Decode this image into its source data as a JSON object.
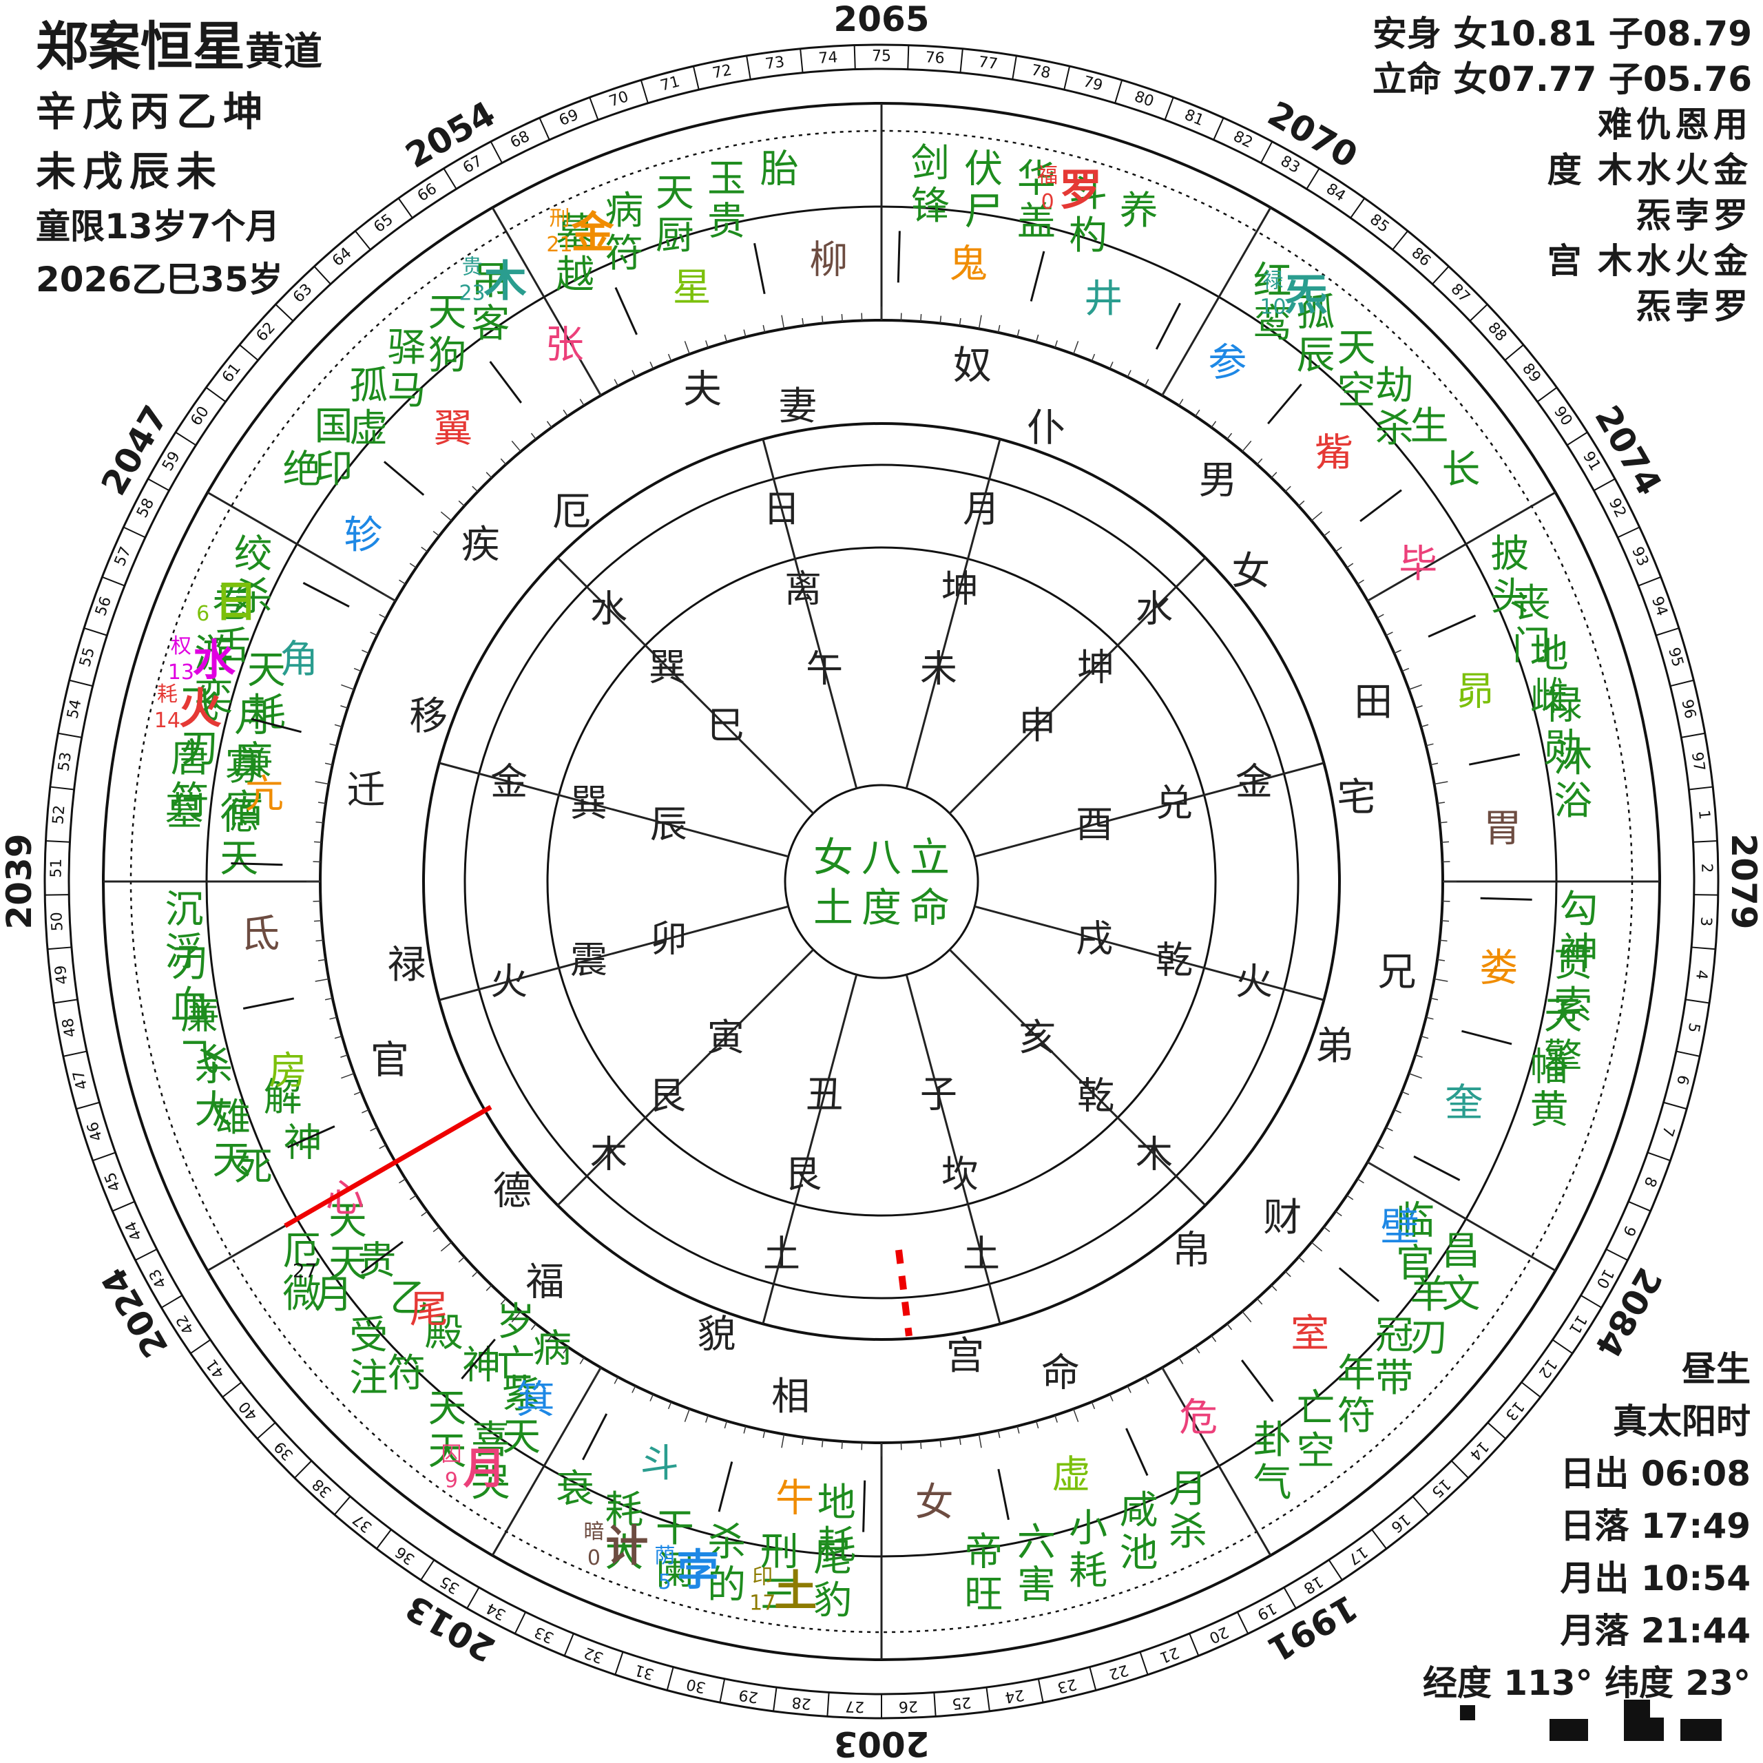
{
  "header": {
    "title": "郑案恒星",
    "title_suffix": "黄道",
    "pillars_stems": "辛戊丙乙坤",
    "pillars_branches": "未戌辰未",
    "childhood_limit": "童限13岁7个月",
    "current_year": "2026乙巳35岁"
  },
  "top_right": {
    "anshen": "安身 女10.81 子08.79",
    "liming": "立命 女07.77 子05.76",
    "legend_head": "难仇恩用",
    "du_label": "度",
    "du_values": "木水火金",
    "du_values2": "炁孛罗",
    "gong_label": "宫",
    "gong_values": "木水火金",
    "gong_values2": "炁孛罗"
  },
  "bottom_right": {
    "birth": "昼生",
    "solar_time": "真太阳时",
    "sunrise": "日出 06:08",
    "sunset": "日落 17:49",
    "moonrise": "月出 10:54",
    "moonset": "月落 21:44",
    "coords": "经度 113° 纬度 23°"
  },
  "center": {
    "text": [
      "女",
      "八",
      "立",
      "土",
      "度",
      "命"
    ]
  },
  "year_labels": [
    "2065",
    "2070",
    "2074",
    "2079",
    "2084",
    "1991",
    "2003",
    "2013",
    "2024",
    "2039",
    "2047",
    "2054"
  ],
  "ring_numbers": [
    "75",
    "76",
    "77",
    "78",
    "79",
    "80",
    "81",
    "82",
    "83",
    "84",
    "85",
    "86",
    "87",
    "88",
    "89",
    "90",
    "91",
    "92",
    "93",
    "94",
    "95",
    "96",
    "97",
    "1",
    "2",
    "3",
    "4",
    "5",
    "6",
    "7",
    "8",
    "9",
    "10",
    "11",
    "12",
    "13",
    "14",
    "15",
    "16",
    "17",
    "18",
    "19",
    "20",
    "21",
    "22",
    "23",
    "24",
    "25",
    "26",
    "27",
    "28",
    "29",
    "30",
    "31",
    "32",
    "33",
    "34",
    "35",
    "36",
    "37",
    "38",
    "39",
    "40",
    "41",
    "42",
    "43",
    "44",
    "45",
    "46",
    "47",
    "48",
    "49",
    "50",
    "51",
    "52",
    "53",
    "54",
    "55",
    "56",
    "57",
    "58",
    "59",
    "60",
    "61",
    "62",
    "63",
    "64",
    "65",
    "66",
    "67",
    "68",
    "69",
    "70",
    "71",
    "72",
    "73",
    "74"
  ],
  "palace_stars": [
    [
      "剑锋",
      "伏尸",
      "华盖",
      "斗杓",
      "养"
    ],
    [
      "红鸾",
      "孤辰",
      "天空",
      "劫杀",
      "生",
      "长"
    ],
    [
      "披头",
      "丧门",
      "地雌",
      "禄勋",
      "沐浴"
    ],
    [
      "勾神",
      "贯索",
      "天擎",
      "幡黄"
    ],
    [
      "昌文",
      "羊刃",
      "冠带",
      "年符",
      "亡空",
      "卦气",
      "临官"
    ],
    [
      "月杀",
      "咸池",
      "小耗",
      "六害",
      "帝旺"
    ],
    [
      "尾豹",
      "刑三",
      "杀的",
      "干阑",
      "耗大",
      "衰",
      "地耗"
    ],
    [
      "喜哭",
      "天天",
      "符",
      "受注",
      "月",
      "厄微",
      "紫天",
      "神",
      "殿",
      "乙",
      "贵",
      "天天",
      "病",
      "岁亡"
    ],
    [
      "死",
      "雄天",
      "杀大",
      "廉飞",
      "刃血",
      "沉浮",
      "神",
      "解"
    ],
    [
      "墓",
      "唐符",
      "飞刃",
      "游奕",
      "卷舌",
      "绞杀",
      "德天",
      "寡宿",
      "月廉",
      "天耗"
    ],
    [
      "绝",
      "国印",
      "孤虚",
      "驿马",
      "天狗",
      "吊客"
    ],
    [
      "墓越",
      "病符",
      "天厨",
      "玉贵",
      "胎"
    ]
  ],
  "mansions": [
    "鬼",
    "柳",
    "星",
    "张",
    "翼",
    "轸",
    "角",
    "亢",
    "氐",
    "房",
    "心",
    "尾",
    "箕",
    "斗",
    "牛",
    "女",
    "虚",
    "危",
    "室",
    "壁",
    "奎",
    "娄",
    "胃",
    "昴",
    "毕",
    "觜",
    "参",
    "井"
  ],
  "palaces12": [
    "奴仆",
    "男女",
    "田宅",
    "兄弟",
    "财帛",
    "命宫",
    "相貌",
    "福德",
    "官禄",
    "迁移",
    "疾厄",
    "夫妻"
  ],
  "ring_branch": [
    "月坤未",
    "水坤申",
    "金兑酉",
    "火乾戌",
    "木乾亥",
    "土坎子",
    "土艮丑",
    "木艮寅",
    "火震卯",
    "金巽辰",
    "水巽巳",
    "日离午"
  ],
  "ring_branch_signs": [
    "+",
    "-",
    "+",
    "-",
    "-",
    "+"
  ],
  "planets": [
    {
      "name": "金",
      "note": "刑",
      "deg": "21",
      "color": "#f08c00"
    },
    {
      "name": "木",
      "note": "贵",
      "deg": "23",
      "color": "#2a9d8f"
    },
    {
      "name": "罗",
      "note": "福",
      "deg": "0",
      "color": "#e53935"
    },
    {
      "name": "炁",
      "note": "禄",
      "deg": "10",
      "color": "#2a9d8f"
    },
    {
      "name": "日",
      "note": "",
      "deg": "6",
      "color": "#7cc00c"
    },
    {
      "name": "水",
      "note": "权",
      "deg": "13",
      "color": "#e000e0"
    },
    {
      "name": "火",
      "note": "耗",
      "deg": "14",
      "color": "#e53935"
    },
    {
      "name": "月",
      "note": "囚",
      "deg": "9",
      "color": "#ec407a"
    },
    {
      "name": "计",
      "note": "暗",
      "deg": "0",
      "color": "#6d4c41"
    },
    {
      "name": "孛",
      "note": "荫",
      "deg": "5",
      "color": "#1e88e5"
    },
    {
      "name": "土",
      "note": "印",
      "deg": "17",
      "color": "#8d7b00"
    }
  ],
  "markers": {
    "red_27": "27",
    "red_35": "35"
  }
}
